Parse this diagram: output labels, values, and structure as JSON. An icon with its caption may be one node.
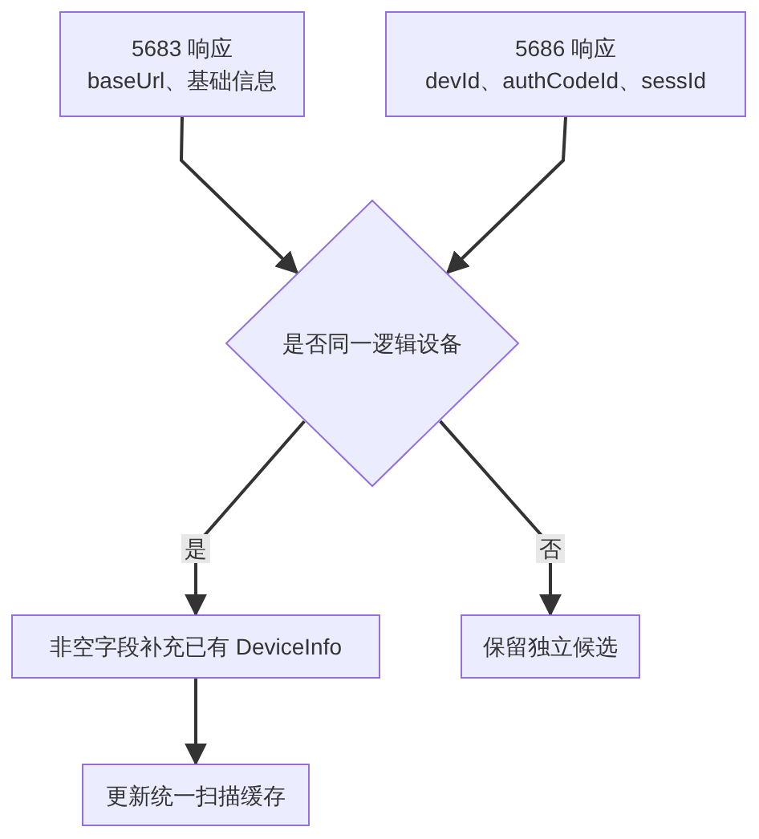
{
  "diagram": {
    "nodes": [
      {
        "text": [
          "5683 响应",
          "baseUrl、基础信息"
        ]
      },
      {
        "text": [
          "5686 响应",
          "devId、authCodeId、sessId"
        ]
      },
      {
        "text": [
          "是否同一逻辑设备"
        ]
      },
      {
        "text": [
          "非空字段补充已有 DeviceInfo"
        ]
      },
      {
        "text": [
          "保留独立候选"
        ]
      },
      {
        "text": [
          "更新统一扫描缓存"
        ]
      }
    ],
    "edges": [
      {
        "from": 0,
        "to": 2,
        "arrow": "to"
      },
      {
        "from": 1,
        "to": 2,
        "arrow": "to"
      },
      {
        "from": 2,
        "to": 3,
        "arrow": "to",
        "label": "是"
      },
      {
        "from": 2,
        "to": 4,
        "arrow": "to",
        "label": "否"
      },
      {
        "from": 3,
        "to": 5,
        "arrow": "to"
      }
    ]
  }
}
